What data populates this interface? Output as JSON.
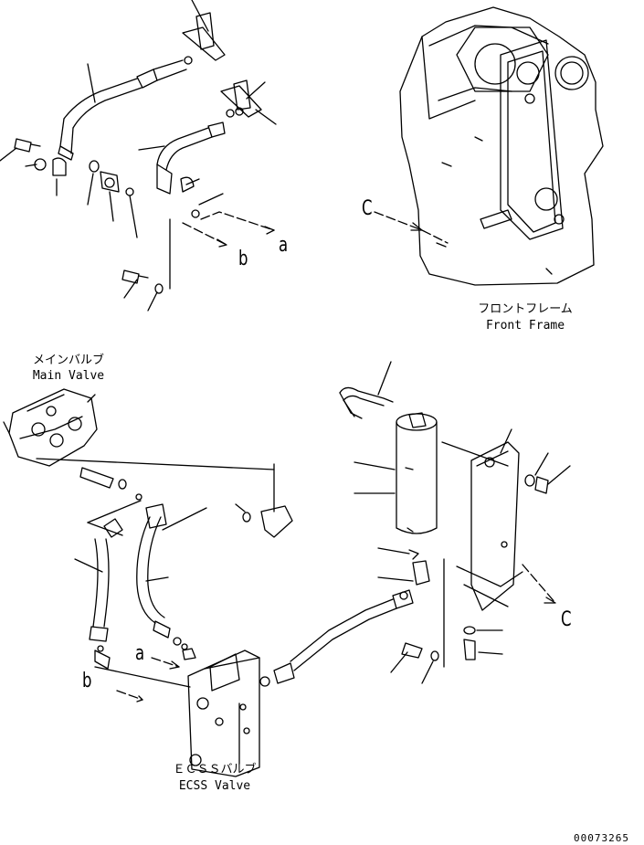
{
  "callouts": {
    "a_upper": "a",
    "b_upper": "b",
    "c_upper": "C",
    "c_lower": "C",
    "a_lower": "a",
    "b_lower": "b"
  },
  "captions": {
    "front_frame_jp": "フロントフレーム",
    "front_frame_en": "Front Frame",
    "main_valve_jp": "メインバルブ",
    "main_valve_en": "Main Valve",
    "ecss_valve_jp": "ＥＣＳＳバルブ",
    "ecss_valve_en": "ECSS Valve"
  },
  "reference_number": "00073265",
  "colors": {
    "line": "#000000",
    "background": "#ffffff"
  }
}
